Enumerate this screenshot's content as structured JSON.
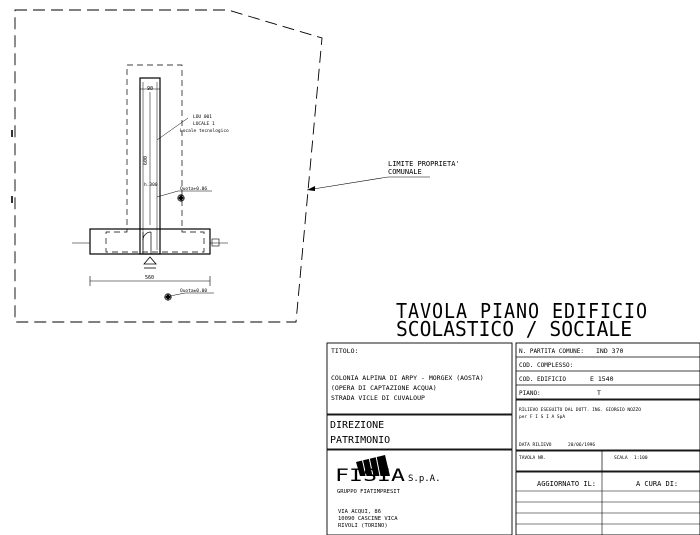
{
  "drawing": {
    "big_title": {
      "line1": "TAVOLA PIANO EDIFICIO",
      "line2": "SCOLASTICO / SOCIALE"
    },
    "plan": {
      "dim_top": "90",
      "dim_mid": "600",
      "dim_h": "h.300",
      "dim_bottom": "560",
      "room_code": "LOU 001",
      "room_label": "LOCALE 1",
      "room_name": "Locale tecnologico",
      "quota_upper": "Quota+0.06",
      "quota_lower": "Quota±0.00",
      "boundary_line1": "LIMITE PROPRIETA'",
      "boundary_line2": "COMUNALE"
    },
    "title_block": {
      "titolo_label": "TITOLO:",
      "titolo_lines": [
        "COLONIA ALPINA DI ARPY - MORGEX (AOSTA)",
        "(OPERA DI CAPTAZIONE ACQUA)",
        "STRADA VICLE DI CUVALOUP"
      ],
      "direzione_line1": "DIREZIONE",
      "direzione_line2": "PATRIMONIO",
      "company_logo": "FISIA",
      "company_spa": "S.p.A.",
      "company_group": "GRUPPO FIATIMPRESIT",
      "company_address": [
        "VIA ACQUI, 86",
        "10090 CASCINE VICA",
        "RIVOLI (TORINO)"
      ],
      "partita_label": "N. PARTITA COMUNE:",
      "partita_value": "IND 370",
      "complesso_label": "COD. COMPLESSO:",
      "edificio_label": "COD. EDIFICIO",
      "edificio_value": "E 1540",
      "piano_label": "PIANO:",
      "piano_value": "T",
      "rilievo_line1": "RILIEVO ESEGUITO DAL DOTT. ING. GIORGIO NOZZO",
      "rilievo_line2": "per F I S I A  SpA",
      "data_label": "DATA RILIEVO",
      "data_value": "20/06/1996",
      "tavola_label": "TAVOLA NR.",
      "scala_label": "SCALA",
      "scala_value": "1:100",
      "aggiornato_label": "AGGIORNATO IL:",
      "cura_label": "A CURA DI:"
    }
  }
}
